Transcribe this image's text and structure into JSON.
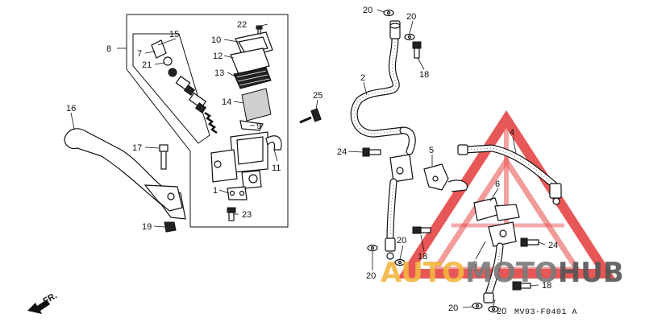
{
  "diagram": {
    "code": "MV93-F0401 A",
    "direction_label": "FR."
  },
  "watermark": {
    "part1": "AUTO",
    "part2": "MOTO",
    "part3": "HUB",
    "colors": {
      "orange": "#f2b640",
      "grey": "#666666",
      "red": "#e53a3a"
    }
  },
  "labels": {
    "l1": "1",
    "l2": "2",
    "l3": "3",
    "l4": "4",
    "l5": "5",
    "l6": "6",
    "l7": "7",
    "l8": "8",
    "l9": "9",
    "l10": "10",
    "l11": "11",
    "l12": "12",
    "l13": "13",
    "l14": "14",
    "l15": "15",
    "l16": "16",
    "l17": "17",
    "l18a": "18",
    "l18b": "18",
    "l18c": "18",
    "l19": "19",
    "l20a": "20",
    "l20b": "20",
    "l20c": "20",
    "l20d": "20",
    "l20e": "20",
    "l20f": "20",
    "l21": "21",
    "l22": "22",
    "l23": "23",
    "l24a": "24",
    "l24b": "24",
    "l25": "25"
  }
}
